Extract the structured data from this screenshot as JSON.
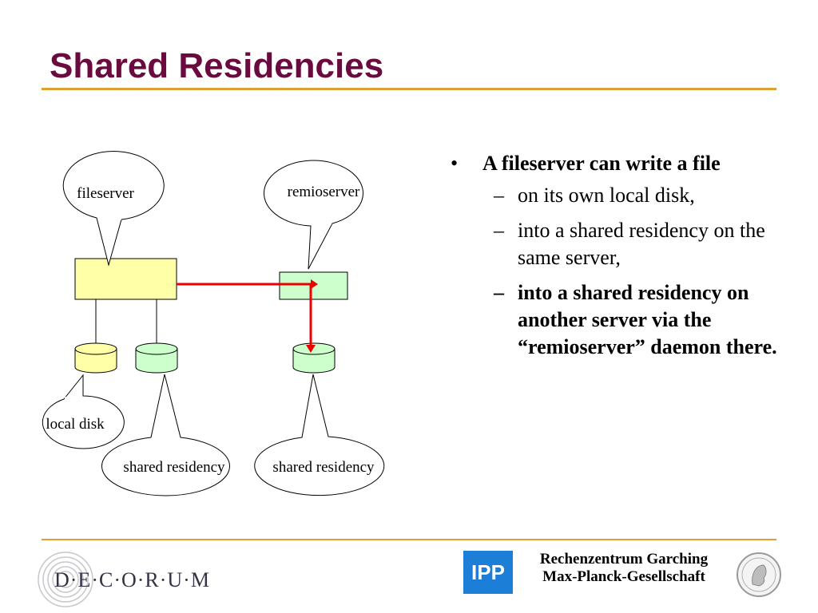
{
  "slide": {
    "title": "Shared Residencies"
  },
  "diagram": {
    "callouts": {
      "fileserver": "fileserver",
      "remioserver": "remioserver",
      "local_disk": "local disk",
      "shared_residency_left": "shared residency",
      "shared_residency_right": "shared residency"
    },
    "colors": {
      "fileserver_box": "#ffffa8",
      "server_box": "#ccffcc",
      "arrow": "#ee0000"
    }
  },
  "bullets": {
    "main": "A fileserver can write a file",
    "sub": [
      "on its own local disk,",
      "into a shared residency on the same server,",
      "into a shared residency on another server via the “remioserver” daemon there."
    ]
  },
  "footer": {
    "logo_text": "D·E·C·O·R·U·M",
    "ipp_label": "IPP",
    "institution_line1": "Rechenzentrum Garching",
    "institution_line2": "Max-Planck-Gesellschaft"
  },
  "colors": {
    "title": "#6b0a3e",
    "rule": "#e0a030",
    "ipp_blue": "#1c7ed6"
  }
}
